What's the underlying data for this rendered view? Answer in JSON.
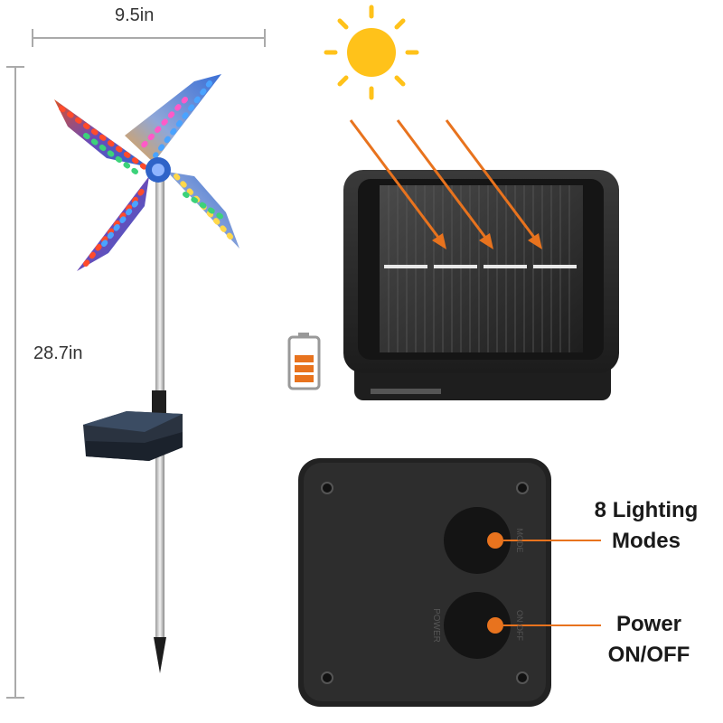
{
  "dimensions": {
    "width_label": "9.5in",
    "height_label": "28.7in"
  },
  "callouts": {
    "modes_line1": "8 Lighting",
    "modes_line2": "Modes",
    "power_line1": "Power",
    "power_line2": "ON/OFF"
  },
  "control_box": {
    "mode_label": "MODE",
    "power_label": "POWER",
    "on_off_label": "ON OFF"
  },
  "icons": [
    "sun-icon",
    "battery-icon",
    "solar-panel-icon",
    "pinwheel-icon"
  ],
  "colors": {
    "accent": "#e8731e",
    "sun": "#ffc21a",
    "panel": "#2a2a2a",
    "background": "#ffffff"
  }
}
